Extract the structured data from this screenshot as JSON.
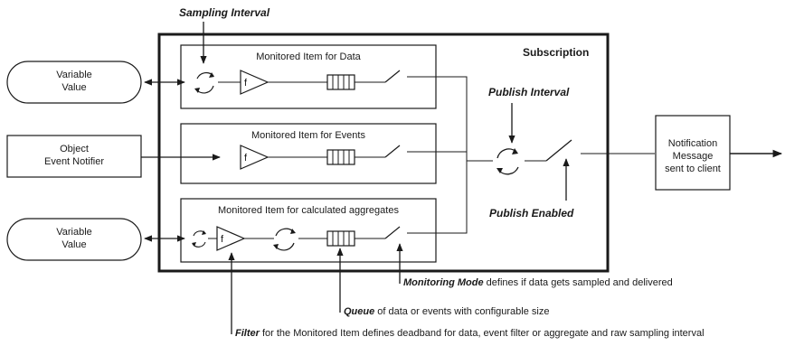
{
  "labels": {
    "sampling_interval": "Sampling Interval",
    "subscription": "Subscription",
    "publish_interval": "Publish Interval",
    "publish_enabled": "Publish Enabled"
  },
  "sources": {
    "variable_top": [
      "Variable",
      "Value"
    ],
    "object_notifier": [
      "Object",
      "Event Notifier"
    ],
    "variable_bottom": [
      "Variable",
      "Value"
    ]
  },
  "monitored_items": {
    "data": "Monitored Item for Data",
    "events": "Monitored Item for Events",
    "aggregates": "Monitored Item for calculated aggregates"
  },
  "filter_glyph": "f",
  "notification": [
    "Notification",
    "Message",
    "sent to client"
  ],
  "callouts": {
    "monitoring_mode": {
      "strong": "Monitoring Mode",
      "rest": " defines if data gets sampled and delivered"
    },
    "queue": {
      "strong": "Queue",
      "rest": " of data or events with configurable size"
    },
    "filter": {
      "strong": "Filter",
      "rest": " for the Monitored Item defines deadband for data, event filter or aggregate and raw sampling interval"
    }
  },
  "icons": {
    "sampling_cycle": "cycle-icon",
    "filter": "filter-triangle-icon",
    "queue": "queue-icon",
    "switch": "switch-icon",
    "publish_cycle": "cycle-icon"
  },
  "colors": {
    "stroke": "#1a1a1a",
    "fill": "#ffffff",
    "text": "#1a1a1a"
  }
}
